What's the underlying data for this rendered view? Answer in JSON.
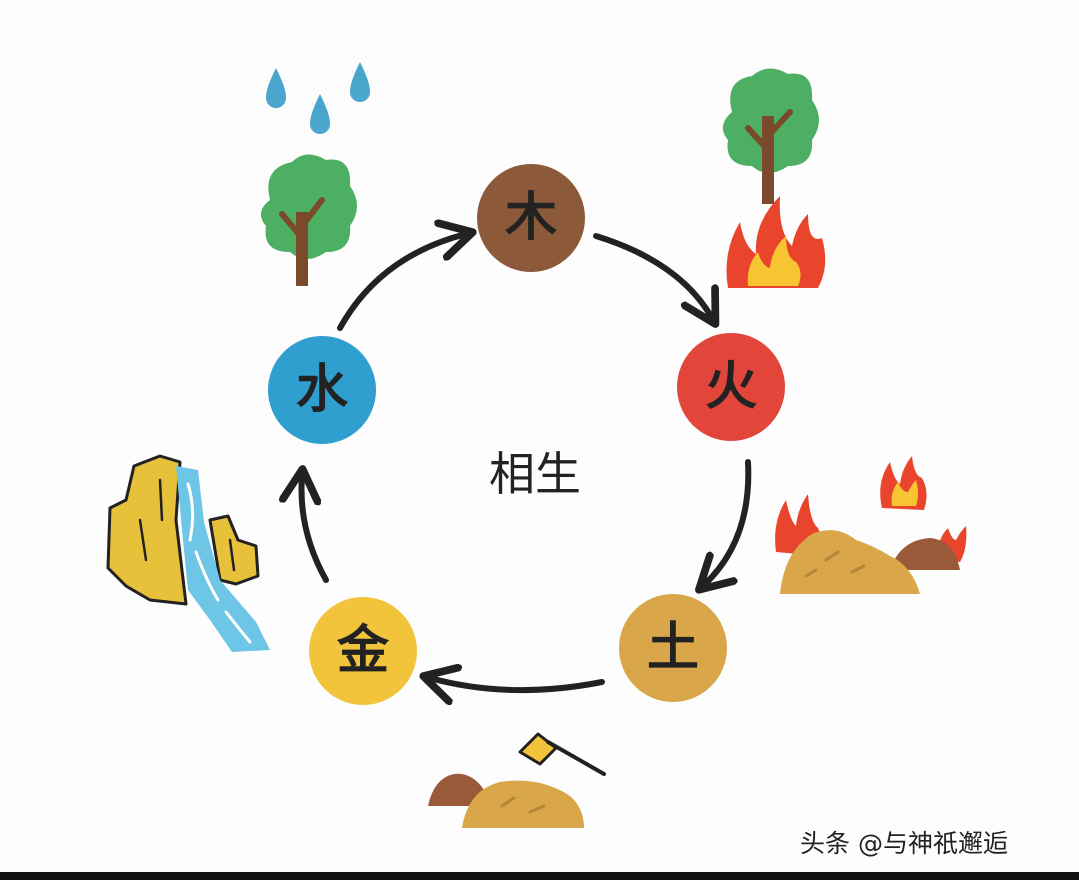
{
  "center_title": "相生",
  "nodes": [
    {
      "id": "wood",
      "label": "木",
      "color": "#8c5a3a"
    },
    {
      "id": "fire",
      "label": "火",
      "color": "#e2453a"
    },
    {
      "id": "earth",
      "label": "土",
      "color": "#d9a64a"
    },
    {
      "id": "metal",
      "label": "金",
      "color": "#f2c43c"
    },
    {
      "id": "water",
      "label": "水",
      "color": "#2f9fcf"
    }
  ],
  "colors": {
    "tree_leaf": "#4caf63",
    "tree_trunk": "#7a4a2a",
    "rain": "#4aa6cc",
    "flame_outer": "#e8452c",
    "flame_inner": "#f7c531",
    "mound": "#d9a64a",
    "mound_dark": "#9a5a3a",
    "rock": "#e8c13a",
    "river": "#6ec6e6",
    "arrow": "#222222"
  },
  "icons": [
    "rain-icon",
    "tree-icon",
    "tree-icon",
    "fire-icon",
    "burnt-mound-icon",
    "mineral-mound-icon",
    "waterfall-cliff-icon"
  ],
  "watermark": "头条 @与神祇邂逅"
}
